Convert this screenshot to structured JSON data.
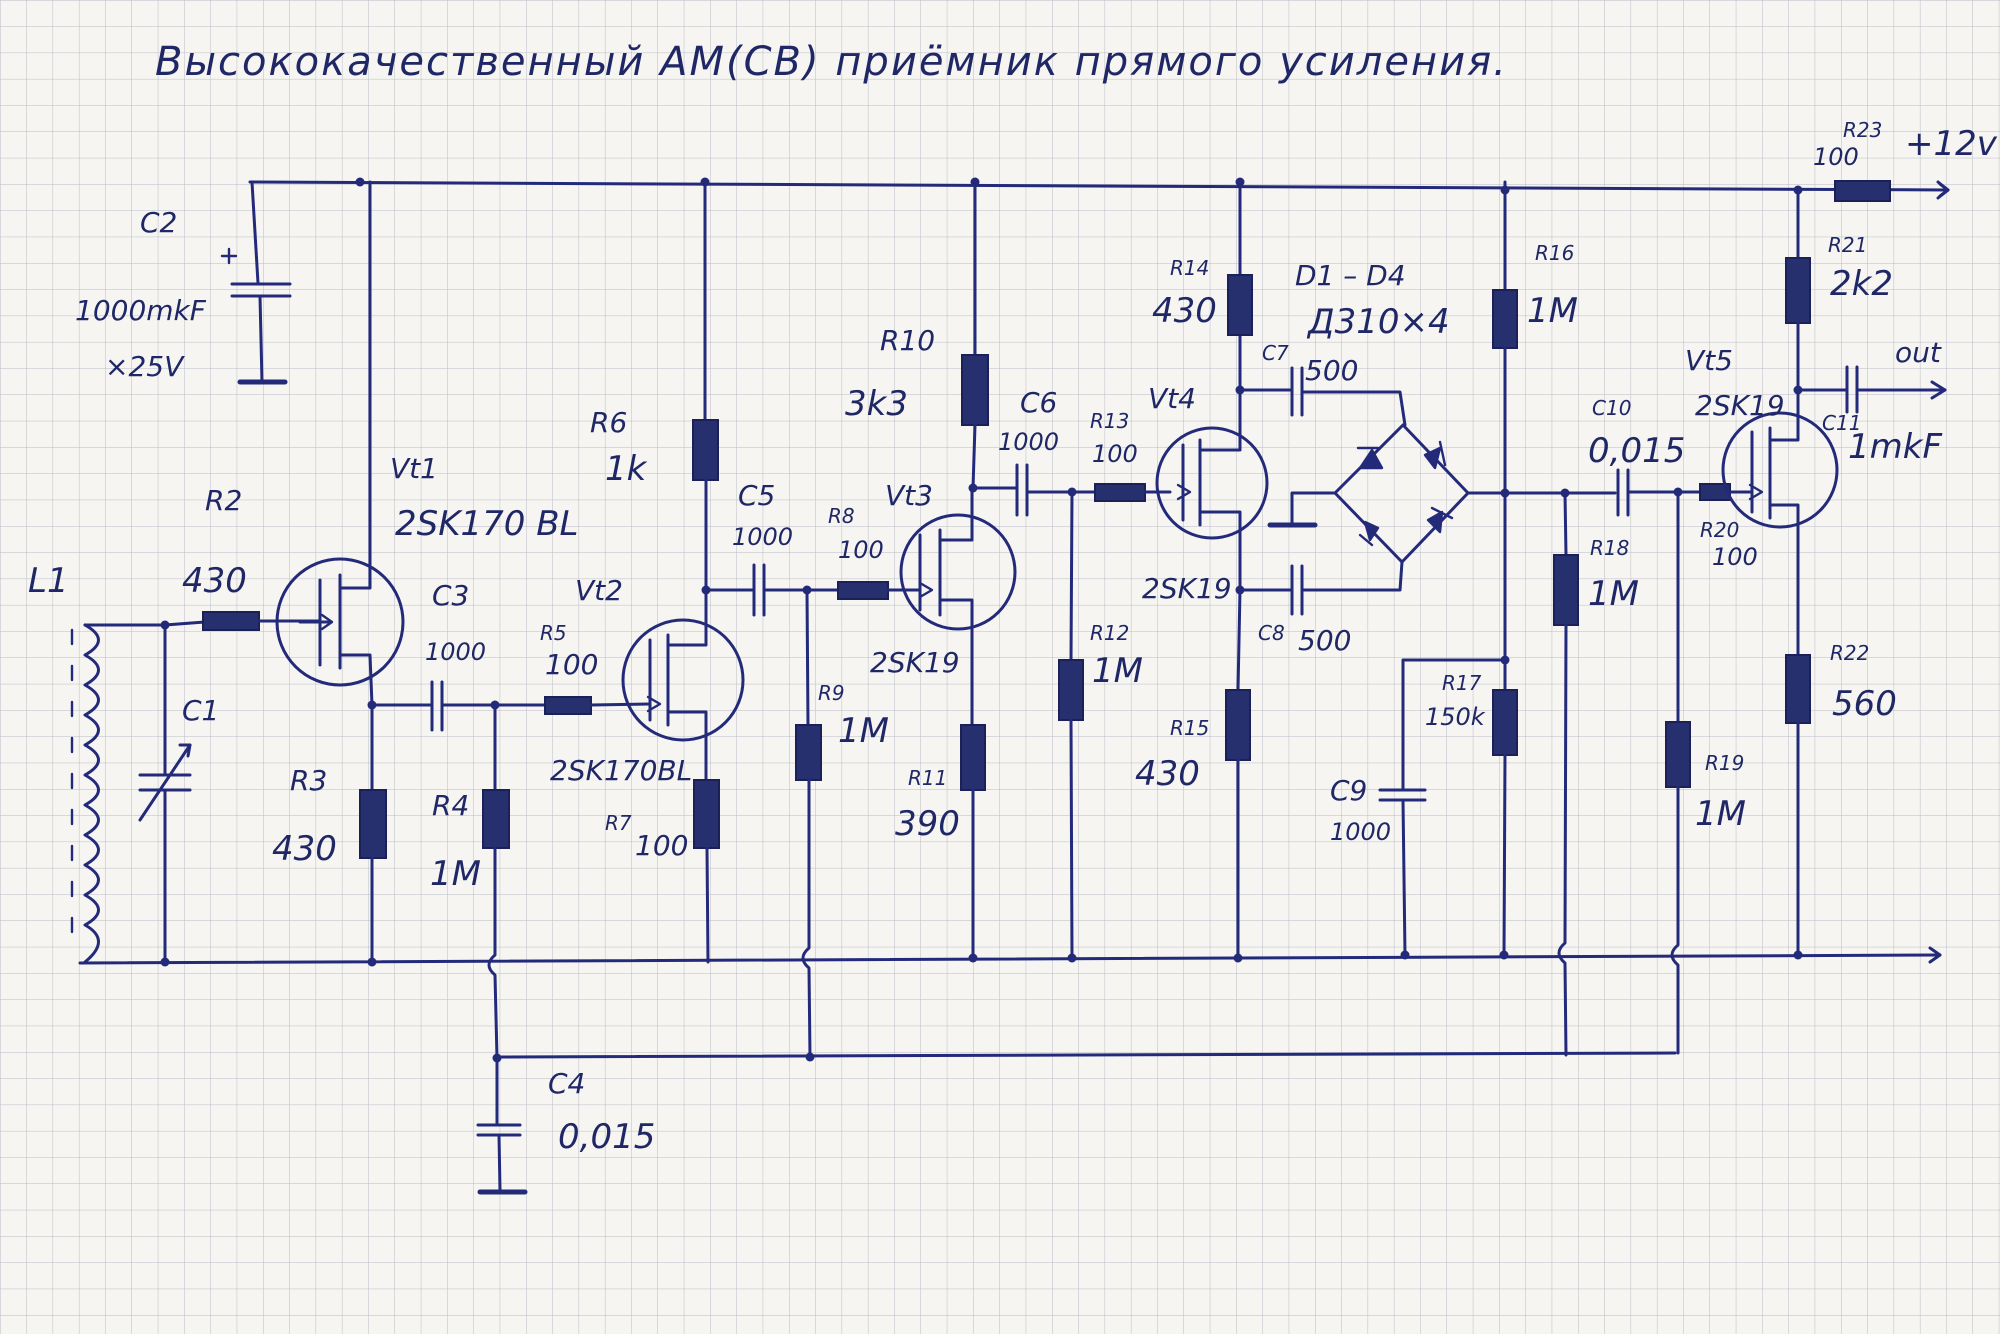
{
  "title": "Высококачественный АМ(СВ) приёмник прямого усиления.",
  "power": {
    "label": "+12v",
    "out_label": "out"
  },
  "components": {
    "L1": {
      "ref": "L1"
    },
    "C1": {
      "ref": "C1"
    },
    "C2": {
      "ref": "C2",
      "value": "1000mkF",
      "voltage": "×25V"
    },
    "R2": {
      "ref": "R2",
      "value": "430"
    },
    "Vt1": {
      "ref": "Vt1",
      "part": "2SK170 BL"
    },
    "R3": {
      "ref": "R3",
      "value": "430"
    },
    "C3": {
      "ref": "C3",
      "value": "1000"
    },
    "R4": {
      "ref": "R4",
      "value": "1M"
    },
    "C4": {
      "ref": "C4",
      "value": "0,015"
    },
    "R5": {
      "ref": "R5",
      "value": "100"
    },
    "Vt2": {
      "ref": "Vt2",
      "part": "2SK170BL"
    },
    "R6": {
      "ref": "R6",
      "value": "1k"
    },
    "R7": {
      "ref": "R7",
      "value": "100"
    },
    "C5": {
      "ref": "C5",
      "value": "1000"
    },
    "R8": {
      "ref": "R8",
      "value": "100"
    },
    "R9": {
      "ref": "R9",
      "value": "1M"
    },
    "R10": {
      "ref": "R10",
      "value": "3k3"
    },
    "Vt3": {
      "ref": "Vt3",
      "part": "2SK19"
    },
    "R11": {
      "ref": "R11",
      "value": "390"
    },
    "C6": {
      "ref": "C6",
      "value": "1000"
    },
    "R12": {
      "ref": "R12",
      "value": "1M"
    },
    "R13": {
      "ref": "R13",
      "value": "100"
    },
    "Vt4": {
      "ref": "Vt4",
      "part": "2SK19"
    },
    "R14": {
      "ref": "R14",
      "value": "430"
    },
    "R15": {
      "ref": "R15",
      "value": "430"
    },
    "D": {
      "ref": "D1 – D4",
      "part": "Д310×4"
    },
    "C7": {
      "ref": "C7",
      "value": "500"
    },
    "C8": {
      "ref": "C8",
      "value": "500"
    },
    "C9": {
      "ref": "C9",
      "value": "1000"
    },
    "R16": {
      "ref": "R16",
      "value": "1M"
    },
    "R17": {
      "ref": "R17",
      "value": "150k"
    },
    "R18": {
      "ref": "R18",
      "value": "1M"
    },
    "C10": {
      "ref": "C10",
      "value": "0,015"
    },
    "R19": {
      "ref": "R19",
      "value": "1M"
    },
    "R20": {
      "ref": "R20",
      "value": "100"
    },
    "Vt5": {
      "ref": "Vt5",
      "part": "2SK19"
    },
    "R21": {
      "ref": "R21",
      "value": "2k2"
    },
    "R22": {
      "ref": "R22",
      "value": "560"
    },
    "R23": {
      "ref": "R23",
      "value": "100"
    },
    "C11": {
      "ref": "C11",
      "value": "1mkF"
    }
  }
}
